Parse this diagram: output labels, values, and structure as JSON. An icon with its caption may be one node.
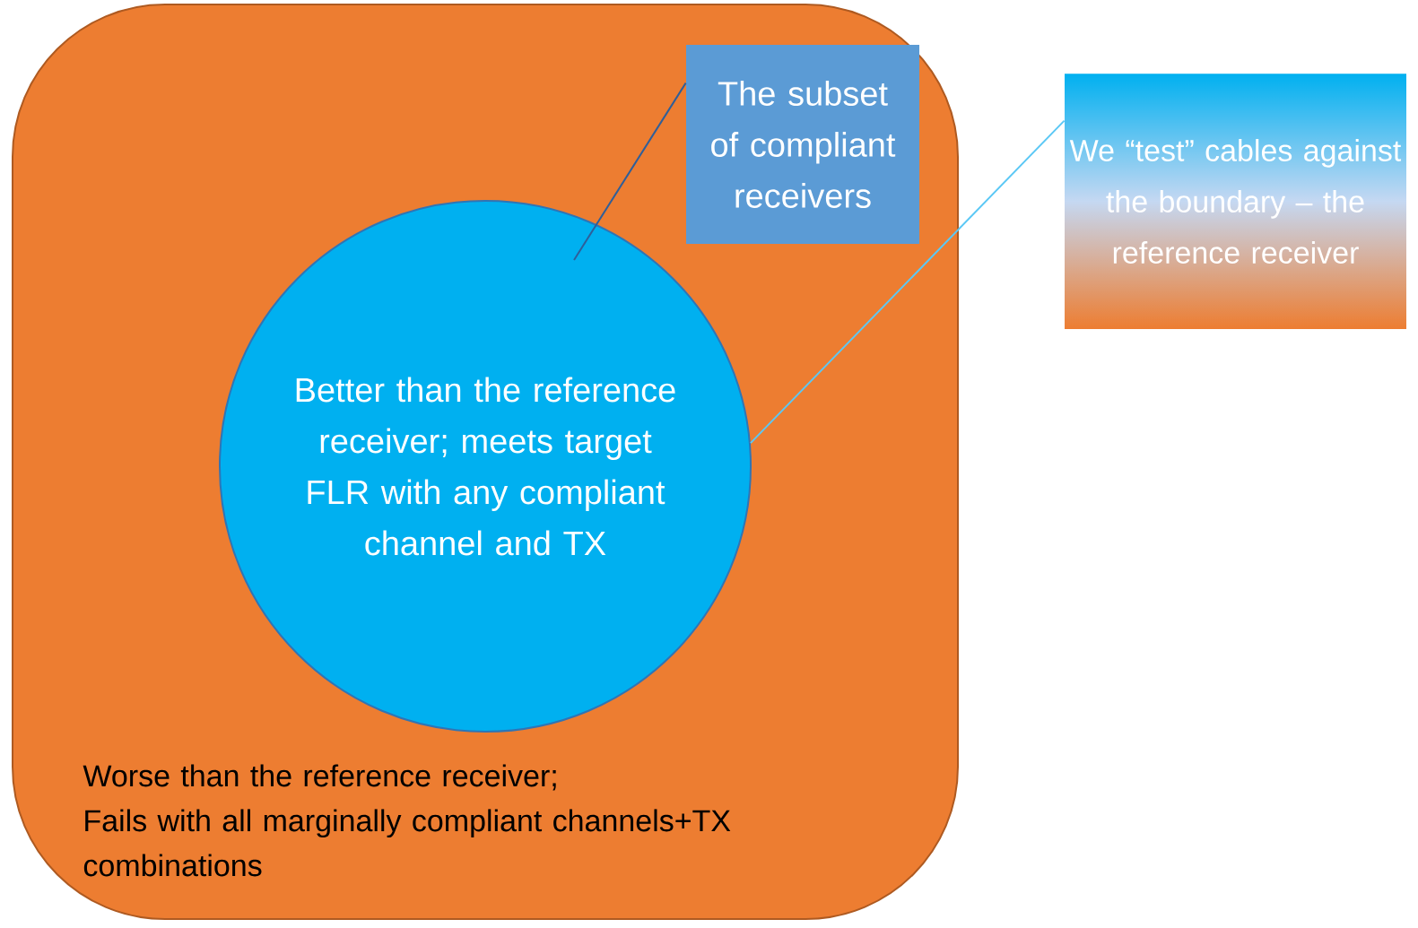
{
  "diagram": {
    "nodes": [
      {
        "text": [
          "Worse than the reference receiver;",
          "Fails with all marginally compliant channels+TX combinations"
        ]
      },
      {
        "text": [
          "Better than the reference receiver; meets target FLR with any compliant channel and TX"
        ],
        "in": 0
      },
      {
        "text": [
          "The subset of compliant receivers"
        ],
        "in": 0
      },
      {
        "text": [
          "We “test” cables against the boundary – the reference receiver"
        ]
      }
    ],
    "edges": [
      {
        "from": 2,
        "to": 1,
        "arrow": "none",
        "color": "#2e5f9a"
      },
      {
        "from": 3,
        "to": 1,
        "arrow": "none",
        "color": "#5bc8f5"
      }
    ]
  }
}
